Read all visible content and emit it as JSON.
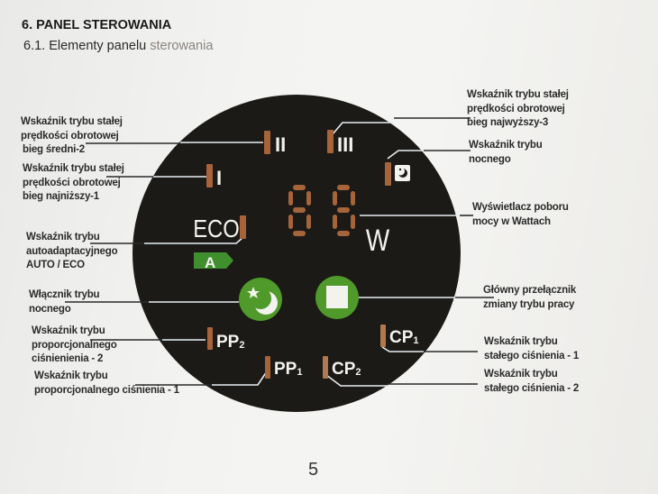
{
  "heading": {
    "section": "6. PANEL STEROWANIA",
    "subsection_main": "6.1. Elementy panelu ",
    "subsection_fade": "sterowania"
  },
  "panel": {
    "speed_labels": [
      "I",
      "II",
      "III"
    ],
    "eco_label": "ECO",
    "auto_badge": "A",
    "display_digits": "88",
    "display_unit": "W",
    "pp_labels": [
      "PP",
      "PP"
    ],
    "pp_subs": [
      "2",
      "1"
    ],
    "cp_labels": [
      "CP",
      "CP"
    ],
    "cp_subs": [
      "1",
      "2"
    ],
    "colors": {
      "panel_bg": "#1c1a17",
      "indicator": "#a5643a",
      "green": "#4f9a2a",
      "green_badge": "#3f8f2e",
      "leader": "#e8eef2"
    },
    "icons": [
      "night-mode-moon-star-icon",
      "mode-switch-square-icon",
      "night-indicator-moon-icon"
    ]
  },
  "labels_left": {
    "speed2": [
      "Wskaźnik trybu stałej",
      "prędkości obrotowej",
      "bieg średni-2"
    ],
    "speed1": [
      "Wskaźnik trybu stałej",
      "prędkości obrotowej",
      "bieg najniższy-1"
    ],
    "auto": [
      "Wskaźnik trybu",
      "autoadaptacyjnego",
      "AUTO / ECO"
    ],
    "night_switch": [
      "Włącznik trybu",
      "nocnego"
    ],
    "pp2": [
      "Wskaźnik trybu",
      "proporcjonalnego",
      "ciśnienienia - 2"
    ],
    "pp1": [
      "Wskaźnik trybu",
      "proporcjonalnego ciśnienia - 1"
    ]
  },
  "labels_right": {
    "speed3": [
      "Wskaźnik trybu stałej",
      "prędkości obrotowej",
      "bieg najwyższy-3"
    ],
    "night_indicator": [
      "Wskaźnik trybu",
      "nocnego"
    ],
    "power_display": [
      "Wyświetlacz poboru",
      "mocy w Wattach"
    ],
    "main_switch": [
      "Główny przełącznik",
      "zmiany trybu pracy"
    ],
    "cp1": [
      "Wskaźnik trybu",
      "stałego ciśnienia - 1"
    ],
    "cp2": [
      "Wskaźnik trybu",
      "stałego ciśnienia - 2"
    ]
  },
  "page_number": "5"
}
